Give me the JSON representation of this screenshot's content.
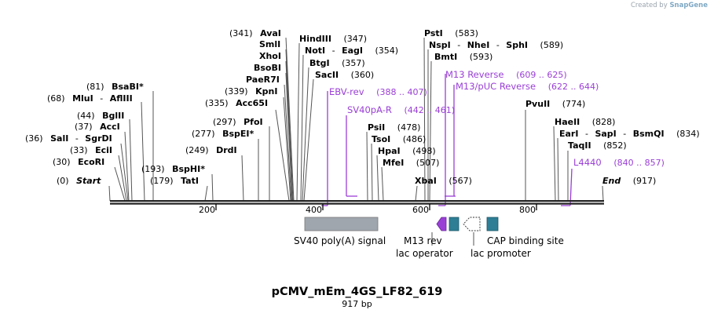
{
  "credit": {
    "prefix": "Created by",
    "brand": "SnapGene"
  },
  "map": {
    "name": "pCMV_mEm_4GS_LF82_619",
    "length_label": "917 bp",
    "length": 917,
    "start_label": "Start",
    "start_pos": "(0)",
    "end_label": "End",
    "end_pos": "(917)",
    "ruler_ticks": [
      200,
      400,
      600,
      800
    ]
  },
  "colors": {
    "line": "#555555",
    "primer": "#9a3fd6",
    "polyA": "#a0a6ad",
    "feature_teal": "#2e7f96",
    "arrow_purple": "#9a3fd6",
    "promoter": "#ffffff",
    "text": "#000000"
  },
  "enzymes_left": [
    {
      "name": "Start",
      "pos": "(0)",
      "italic": true
    },
    {
      "name": "EcoRI",
      "pos": "(30)"
    },
    {
      "name": "EciI",
      "pos": "(33)"
    },
    {
      "name": "SalI",
      "pos": "(36)",
      "extra": "SgrDI"
    },
    {
      "name": "AccI",
      "pos": "(37)"
    },
    {
      "name": "BglII",
      "pos": "(44)"
    },
    {
      "name": "MluI",
      "pos": "(68)",
      "extra": "AflIII"
    },
    {
      "name": "BsaBI",
      "pos": "(81)",
      "star": true
    },
    {
      "name": "TatI",
      "pos": "(179)"
    },
    {
      "name": "BspHI",
      "pos": "(193)",
      "star": true
    },
    {
      "name": "DrdI",
      "pos": "(249)"
    },
    {
      "name": "BspEI",
      "pos": "(277)",
      "star": true
    },
    {
      "name": "PfoI",
      "pos": "(297)"
    },
    {
      "name": "Acc65I",
      "pos": "(335)"
    },
    {
      "name": "KpnI",
      "pos": "(339)"
    },
    {
      "name": "PaeR7I",
      "pos": ""
    },
    {
      "name": "BsoBI",
      "pos": ""
    },
    {
      "name": "XhoI",
      "pos": ""
    },
    {
      "name": "SmlI",
      "pos": ""
    },
    {
      "name": "AvaI",
      "pos": "(341)"
    }
  ],
  "enzymes_right": [
    {
      "name": "HindIII",
      "pos": "(347)"
    },
    {
      "name": "NotI",
      "pos": "(354)",
      "extra": "EagI"
    },
    {
      "name": "BtgI",
      "pos": "(357)"
    },
    {
      "name": "SacII",
      "pos": "(360)"
    },
    {
      "name": "PsiI",
      "pos": "(478)"
    },
    {
      "name": "TsoI",
      "pos": "(486)"
    },
    {
      "name": "HpaI",
      "pos": "(498)"
    },
    {
      "name": "MfeI",
      "pos": "(507)"
    },
    {
      "name": "XbaI",
      "pos": "(567)"
    },
    {
      "name": "PstI",
      "pos": "(583)"
    },
    {
      "name": "NspI",
      "pos": "(589)",
      "extra": "NheI",
      "extra2": "SphI"
    },
    {
      "name": "BmtI",
      "pos": "(593)"
    },
    {
      "name": "PvuII",
      "pos": "(774)"
    },
    {
      "name": "HaeII",
      "pos": "(828)"
    },
    {
      "name": "EarI",
      "pos": "(834)",
      "extra": "SapI",
      "extra2": "BsmQI"
    },
    {
      "name": "TaqII",
      "pos": "(852)"
    },
    {
      "name": "End",
      "pos": "(917)",
      "italic": true
    }
  ],
  "primers": [
    {
      "name": "EBV-rev",
      "range": "(388 .. 407)"
    },
    {
      "name": "SV40pA-R",
      "range": "(442 .. 461)"
    },
    {
      "name": "M13 Reverse",
      "range": "(609 .. 625)"
    },
    {
      "name": "M13/pUC Reverse",
      "range": "(622 .. 644)"
    },
    {
      "name": "L4440",
      "range": "(840 .. 857)"
    }
  ],
  "features": [
    {
      "name": "SV40 poly(A) signal",
      "icon": "grey-box"
    },
    {
      "name": "M13 rev",
      "icon": "purple-arrow"
    },
    {
      "name": "lac operator",
      "icon": "teal-box"
    },
    {
      "name": "lac promoter",
      "icon": "white-arrow"
    },
    {
      "name": "CAP binding site",
      "icon": "teal-box"
    }
  ]
}
